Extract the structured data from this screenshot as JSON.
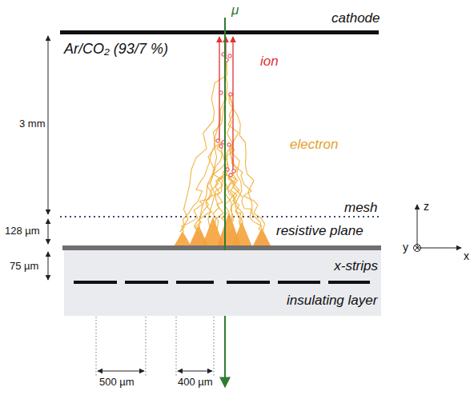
{
  "diagram": {
    "nodes": [
      {
        "text": [
          "x-strips",
          "insulating layer"
        ]
      }
    ],
    "labels": [
      "cathode",
      "Ar/CO₂ (93/7 %)",
      "μ",
      "ion",
      "electron",
      "3 mm",
      "mesh",
      "128 µm",
      "resistive plane",
      "75 µm",
      "z",
      "y",
      "x",
      "500 µm",
      "400 µm"
    ]
  }
}
